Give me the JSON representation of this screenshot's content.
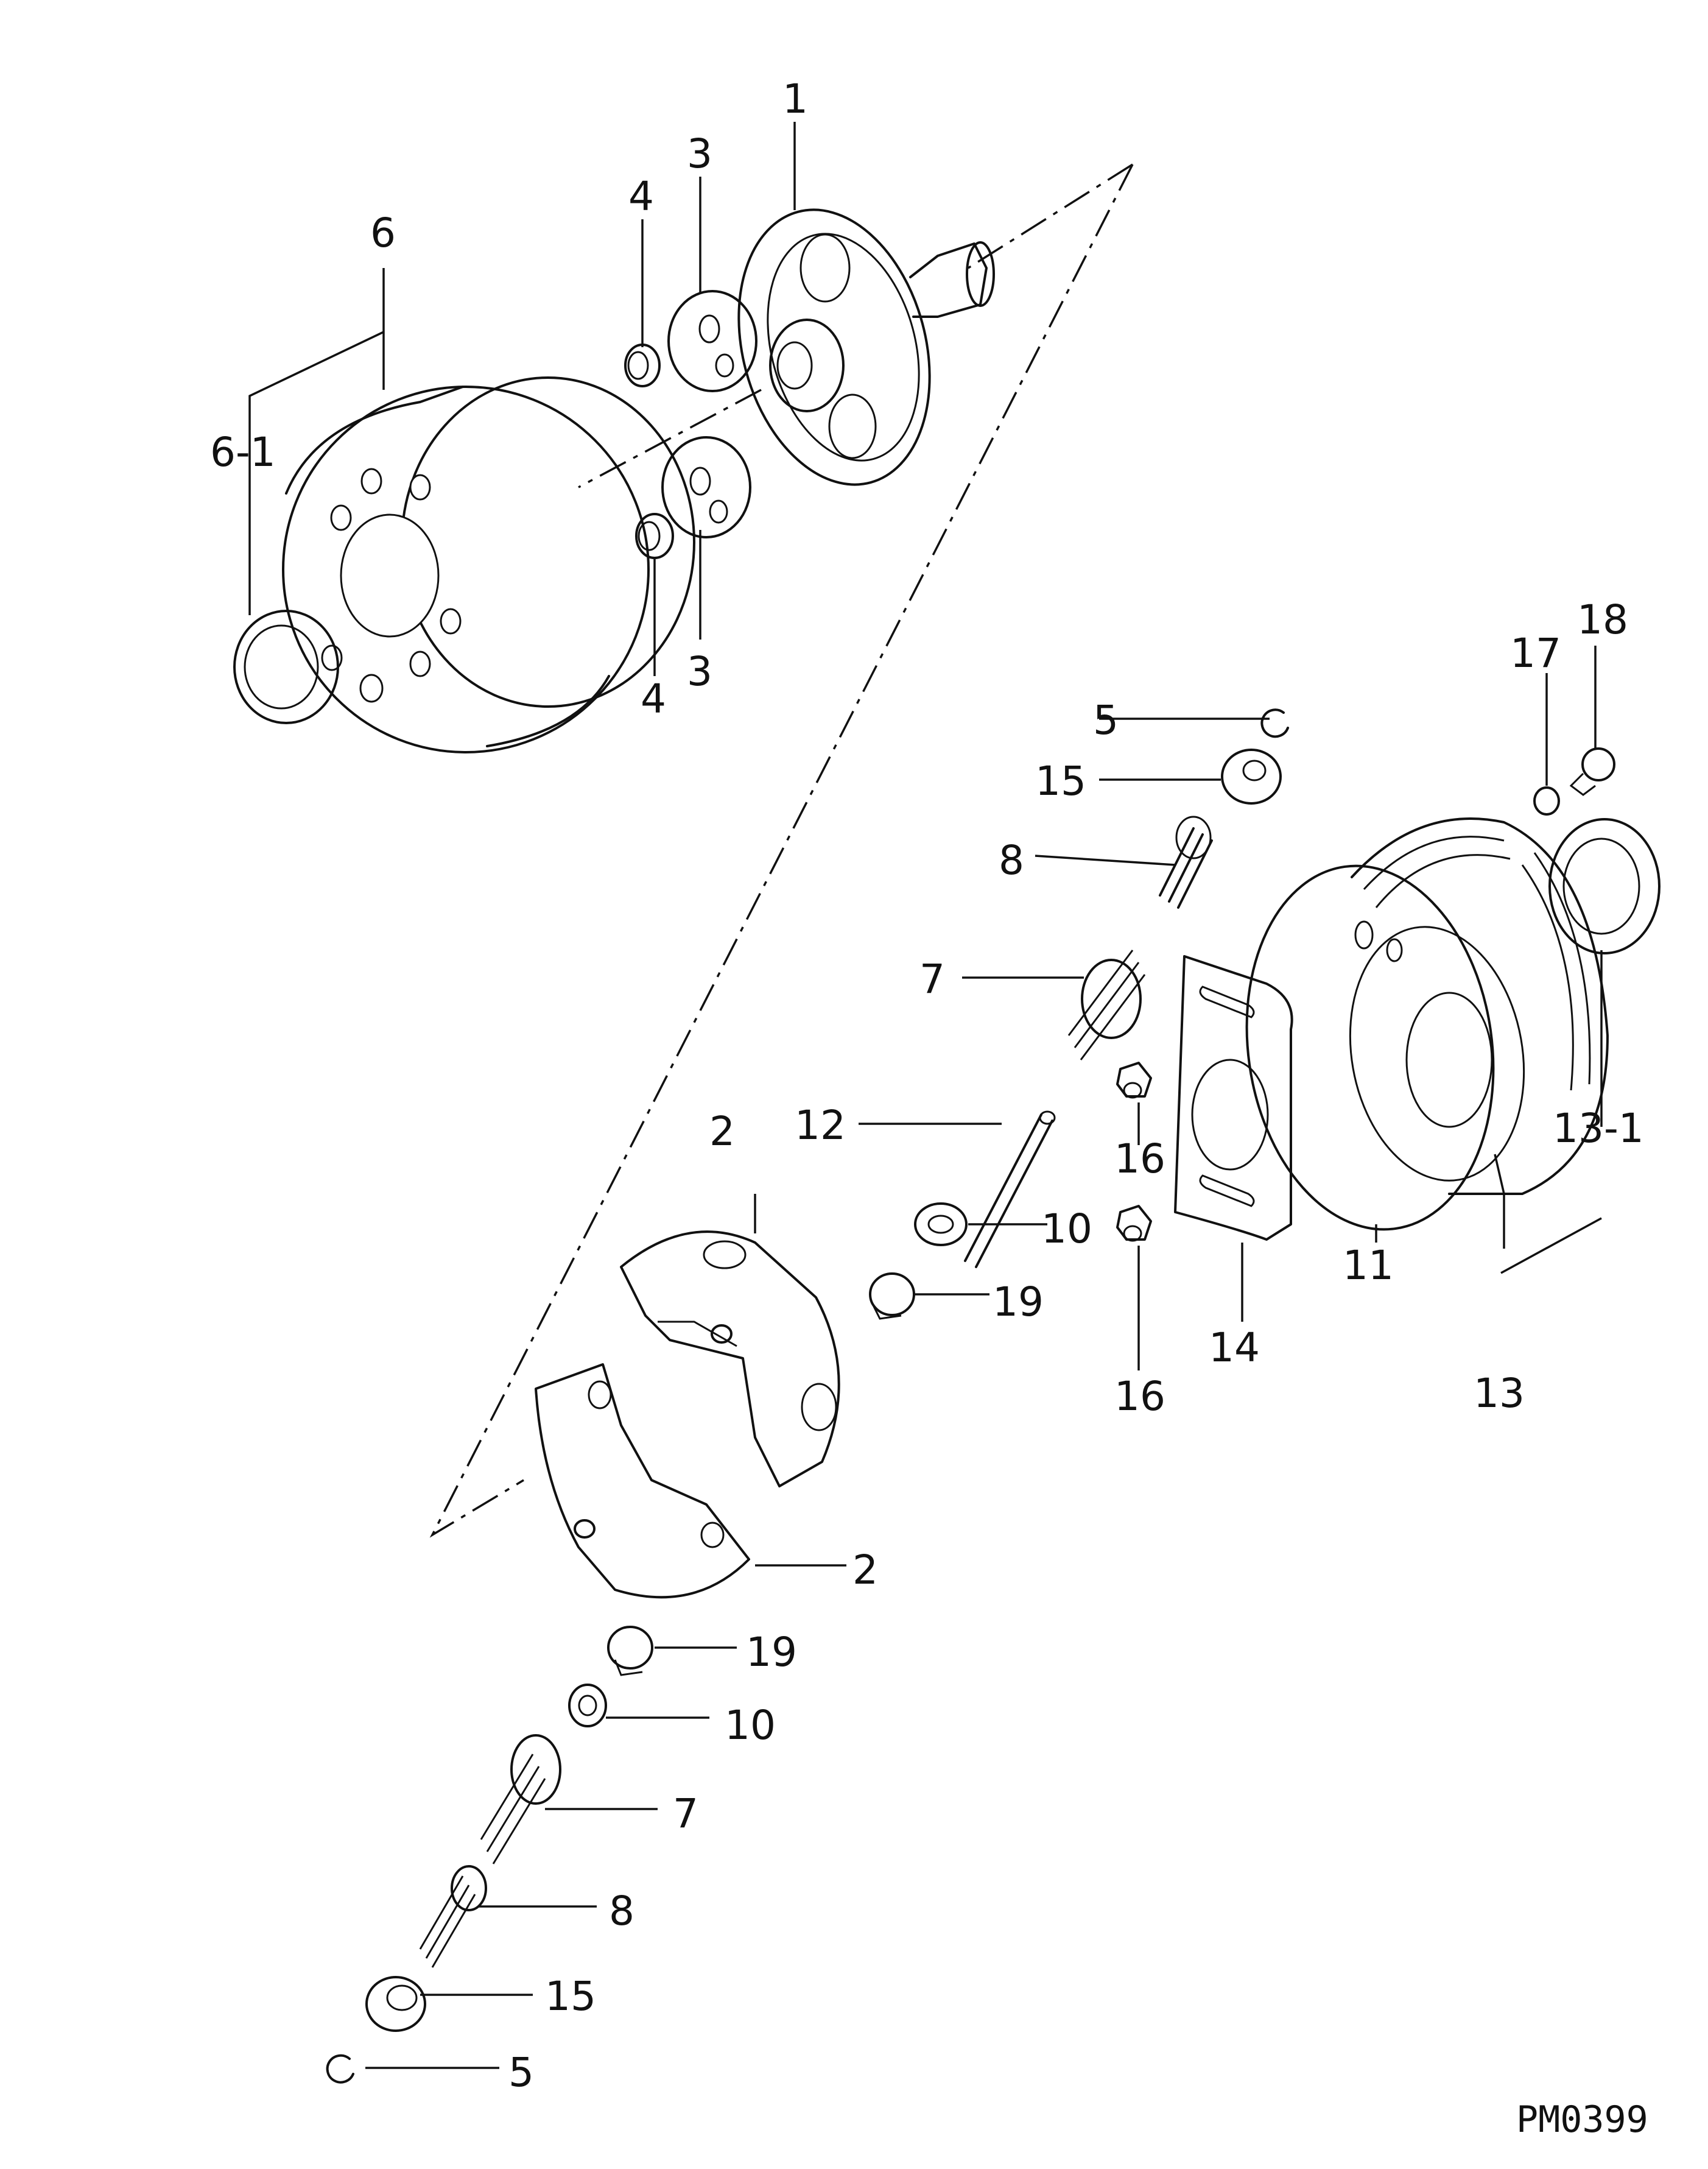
{
  "diagram_code": "PM0399",
  "callouts": {
    "c1": "1",
    "c2a": "2",
    "c2b": "2",
    "c3a": "3",
    "c3b": "3",
    "c4a": "4",
    "c4b": "4",
    "c5a": "5",
    "c5b": "5",
    "c6": "6",
    "c6_1": "6-1",
    "c7a": "7",
    "c7b": "7",
    "c8a": "8",
    "c8b": "8",
    "c10a": "10",
    "c10b": "10",
    "c11": "11",
    "c12": "12",
    "c13": "13",
    "c13_1": "13-1",
    "c14": "14",
    "c15a": "15",
    "c15b": "15",
    "c16a": "16",
    "c16b": "16",
    "c17": "17",
    "c18": "18",
    "c19a": "19",
    "c19b": "19"
  }
}
